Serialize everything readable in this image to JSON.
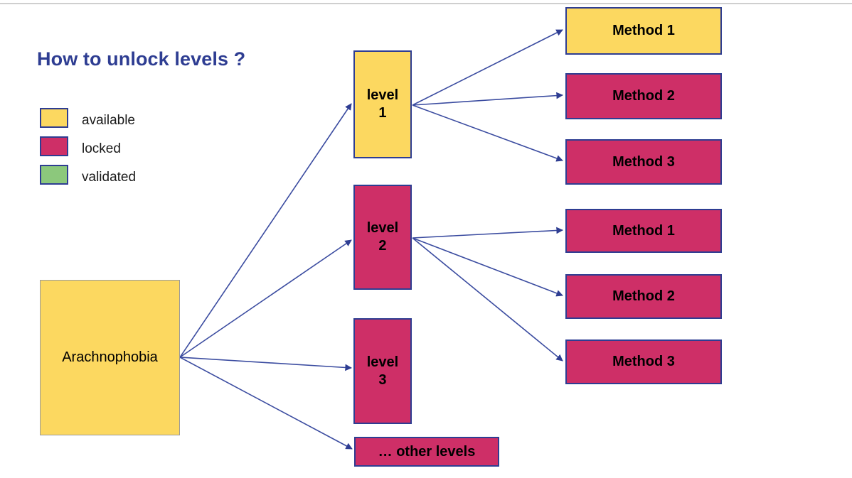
{
  "title": "How to unlock levels ?",
  "colors": {
    "available": "#fcd860",
    "locked": "#ce2f67",
    "validated": "#8cc87c",
    "border_blue": "#2e3d92",
    "title_blue": "#2e3d92",
    "root_border": "#9a9a9a",
    "edge": "#3b4ca0",
    "top_rule": "#cfcfcf",
    "background": "#ffffff"
  },
  "legend": {
    "items": [
      {
        "label": "available",
        "color_key": "available",
        "color": "#fcd860"
      },
      {
        "label": "locked",
        "color_key": "locked",
        "color": "#ce2f67"
      },
      {
        "label": "validated",
        "color_key": "validated",
        "color": "#8cc87c"
      }
    ]
  },
  "root": {
    "label": "Arachnophobia",
    "state": "available"
  },
  "levels": [
    {
      "label_line1": "level",
      "label_line2": "1",
      "state": "available"
    },
    {
      "label_line1": "level",
      "label_line2": "2",
      "state": "locked"
    },
    {
      "label_line1": "level",
      "label_line2": "3",
      "state": "locked"
    }
  ],
  "other_levels": {
    "label": "… other levels",
    "state": "locked"
  },
  "methods_level1": [
    {
      "label": "Method 1",
      "state": "available"
    },
    {
      "label": "Method 2",
      "state": "locked"
    },
    {
      "label": "Method 3",
      "state": "locked"
    }
  ],
  "methods_level2": [
    {
      "label": "Method 1",
      "state": "locked"
    },
    {
      "label": "Method 2",
      "state": "locked"
    },
    {
      "label": "Method 3",
      "state": "locked"
    }
  ]
}
